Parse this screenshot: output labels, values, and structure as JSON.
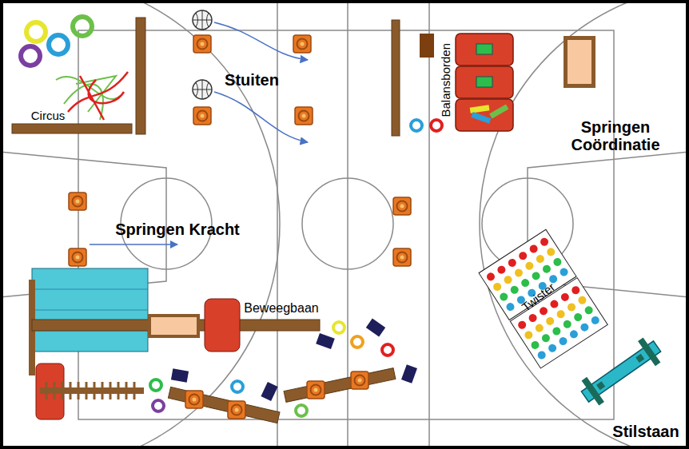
{
  "diagram": {
    "labels": [
      "Circus",
      "Stuiten",
      "Balansborden",
      "Springen Coördinatie",
      "Springen Kracht",
      "Beweegbaan",
      "Twister",
      "Stilstaan"
    ]
  }
}
